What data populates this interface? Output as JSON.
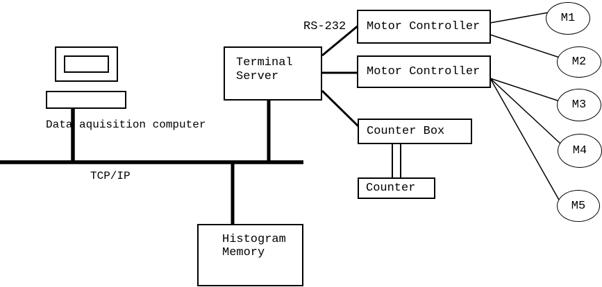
{
  "diagram": {
    "colors": {
      "line": "#000000",
      "background": "#ffffff",
      "text": "#000000"
    },
    "labels": {
      "rs232": "RS-232",
      "tcp_ip": "TCP/IP",
      "computer_caption": "Data aquisition computer"
    },
    "nodes": {
      "terminal_server": "Terminal\nServer",
      "motor_controller_1": "Motor Controller",
      "motor_controller_2": "Motor Controller",
      "counter_box": "Counter Box",
      "counter": "Counter",
      "histogram_memory": "Histogram\nMemory"
    },
    "motors": [
      "M1",
      "M2",
      "M3",
      "M4",
      "M5"
    ]
  }
}
